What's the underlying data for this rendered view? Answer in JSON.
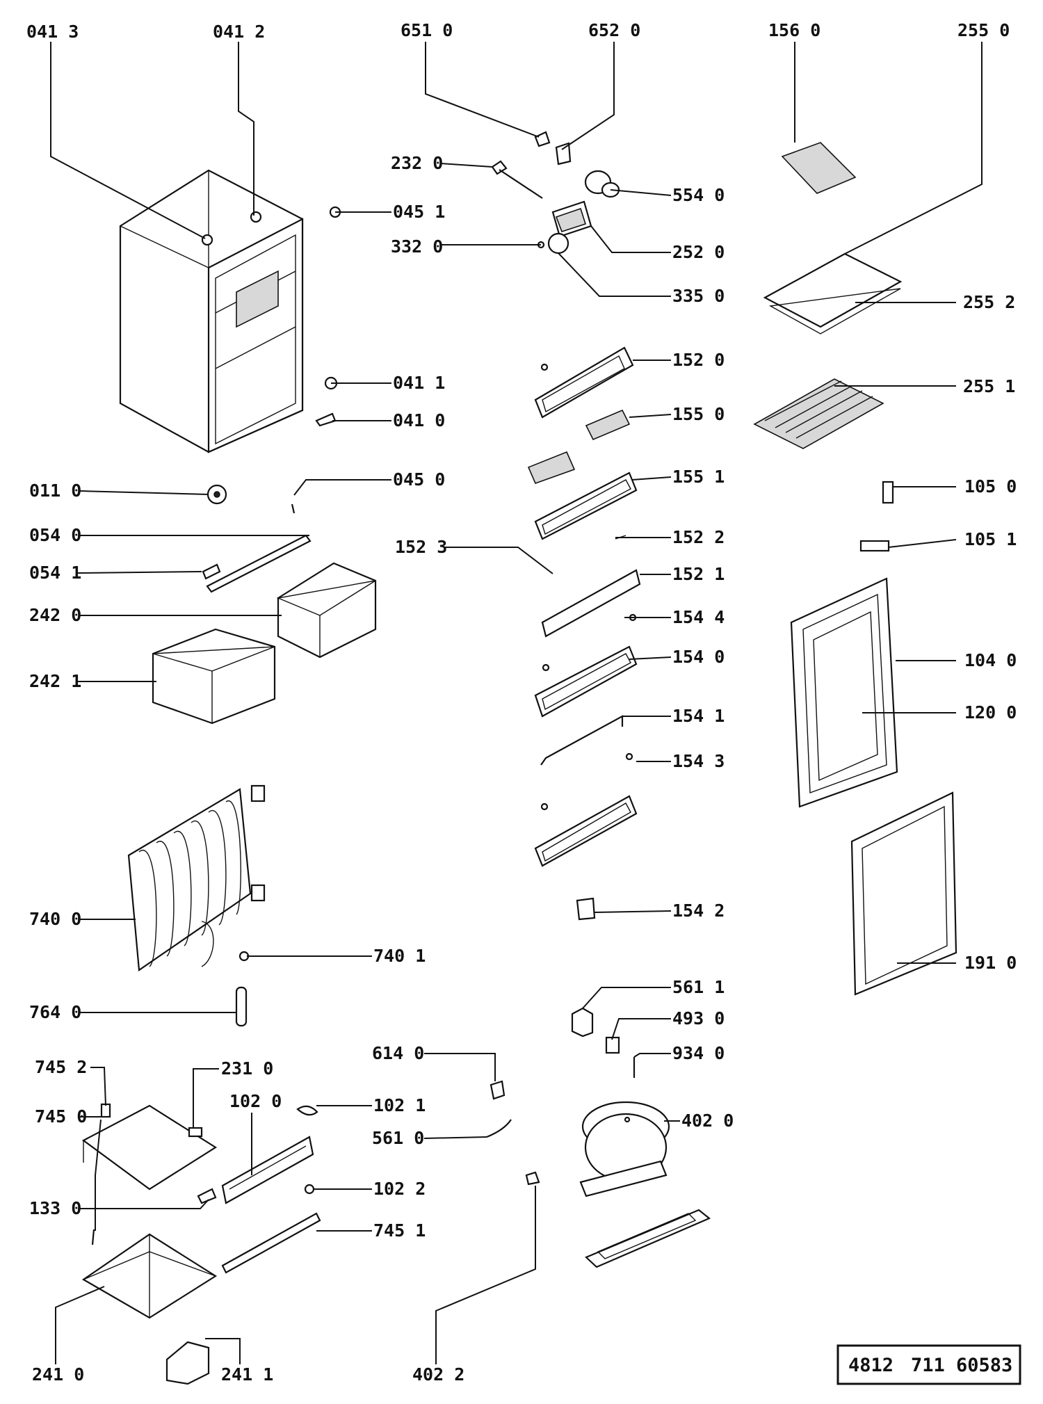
{
  "labels": {
    "c0413": "041 3",
    "c0412": "041 2",
    "c6510": "651 0",
    "c6520": "652 0",
    "c1560": "156 0",
    "c2550": "255 0",
    "c2320": "232 0",
    "c5540": "554 0",
    "c0451": "045 1",
    "c3320": "332 0",
    "c2520": "252 0",
    "c3350": "335 0",
    "c2552": "255 2",
    "c1520": "152 0",
    "c0411": "041 1",
    "c2551": "255 1",
    "c0410": "041 0",
    "c1550": "155 0",
    "c0450": "045 0",
    "c1551": "155 1",
    "c0110": "011 0",
    "c1050": "105 0",
    "c0540": "054 0",
    "c1522": "152 2",
    "c1523": "152 3",
    "c1051": "105 1",
    "c0541": "054 1",
    "c1521": "152 1",
    "c2420": "242 0",
    "c1544": "154 4",
    "c1540": "154 0",
    "c1040": "104 0",
    "c2421": "242 1",
    "c1541": "154 1",
    "c1200": "120 0",
    "c1543": "154 3",
    "c1542": "154 2",
    "c7400": "740 0",
    "c7401": "740 1",
    "c1910": "191 0",
    "c5611": "561 1",
    "c7640": "764 0",
    "c4930": "493 0",
    "c9340": "934 0",
    "c6140": "614 0",
    "c7452": "745 2",
    "c2310": "231 0",
    "c1020": "102 0",
    "c1021": "102 1",
    "c7450": "745 0",
    "c5610": "561 0",
    "c4020": "402 0",
    "c1022": "102 2",
    "c1330": "133 0",
    "c7451": "745 1",
    "c2410": "241 0",
    "c2411": "241 1",
    "c4022": "402 2"
  },
  "doc_id": {
    "part1": "4812",
    "part2": "711",
    "part3": "60583"
  }
}
